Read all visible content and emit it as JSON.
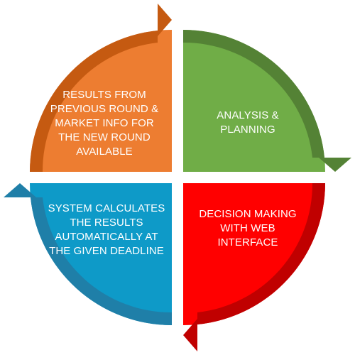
{
  "quadrants": {
    "top_left": {
      "text": "RESULTS FROM\nPREVIOUS ROUND &\nMARKET INFO FOR\nTHE NEW ROUND\nAVAILABLE"
    },
    "top_right": {
      "text": "ANALYSIS &\nPLANNING"
    },
    "bottom_right": {
      "text": "DECISION MAKING\nWITH WEB\nINTERFACE"
    },
    "bottom_left": {
      "text": "SYSTEM CALCULATES\nTHE RESULTS\nAUTOMATICALLY AT\nTHE GIVEN DEADLINE"
    }
  },
  "colors": {
    "top_left_fill": "#ED7D31",
    "top_left_arrow": "#C55A11",
    "top_right_fill": "#70AD47",
    "top_right_arrow": "#548235",
    "bottom_right_fill": "#FF0000",
    "bottom_right_arrow": "#C00000",
    "bottom_left_fill": "#0E9AC8",
    "bottom_left_arrow": "#1F7FA8",
    "text": "#FFFFFF"
  }
}
